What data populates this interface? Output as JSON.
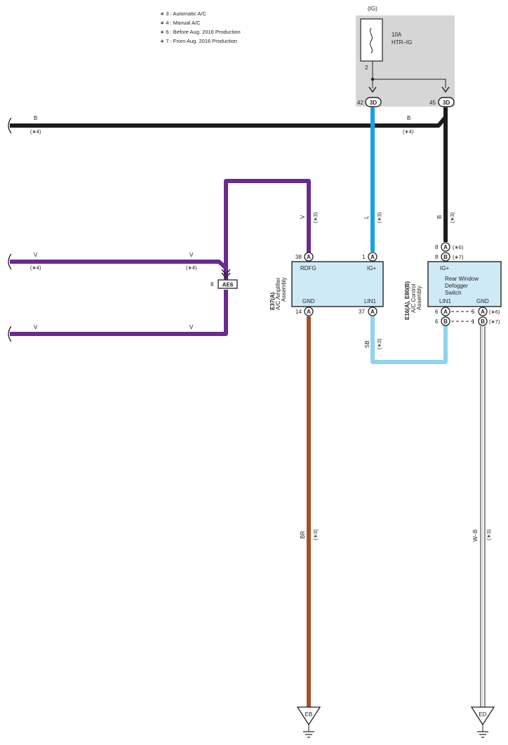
{
  "notes": [
    "∗ 3 : Automatic A/C",
    "∗ 4 : Manual A/C",
    "∗ 6 : Before Aug.  2016 Production",
    "∗ 7 : From Aug.  2016 Production"
  ],
  "fuse": {
    "group": "(IG)",
    "rating": "10A",
    "name": "HTR–IG",
    "pin": "2"
  },
  "junction_3d": {
    "left_pin": "42",
    "left_label": "3D",
    "right_pin": "45",
    "right_label": "3D"
  },
  "wires": {
    "b_left": "B",
    "b_left_note": "(∗4)",
    "b_right": "B",
    "b_right_note": "(∗4)",
    "l": "L",
    "l_note": "(∗3)",
    "b_down": "B",
    "b_down_note": "(∗3)",
    "v_top": "V",
    "v_top_note": "(∗3)",
    "v1_a": "V",
    "v1_a_note": "(∗4)",
    "v1_b": "V",
    "v1_b_note": "(∗4)",
    "v2_a": "V",
    "v2_b": "V",
    "sb": "SB",
    "sb_note": "(∗3)",
    "br": "BR",
    "br_note": "(∗3)",
    "wb": "W–B",
    "wb_note": "(∗3)"
  },
  "ae6": {
    "pin": "8",
    "label": "AE6"
  },
  "amplifier": {
    "id": "E37(A)",
    "name_line1": "A/C Amplifier",
    "name_line2": "Assembly",
    "rdfg": "RDFG",
    "igp": "IG+",
    "gnd": "GND",
    "lin1": "LIN1",
    "pin_rdfg": "38",
    "pin_igp": "1",
    "pin_gnd": "14",
    "pin_lin1": "37",
    "conn": "A"
  },
  "control": {
    "id": "E16(A), E80(B)",
    "name_line1": "A/C Control",
    "name_line2": "Assembly",
    "igp": "IG+",
    "lin1": "LIN1",
    "gnd": "GND",
    "sub1": "Rear Window",
    "sub2": "Defogger",
    "sub3": "Switch",
    "igp_pin_a": "8",
    "igp_pin_b": "8",
    "note6": "(∗6)",
    "note7": "(∗7)",
    "lin_pin_a": "6",
    "lin_pin_b": "6",
    "gnd_pin_a": "5",
    "gnd_pin_b": "1",
    "gnd_note6": "(∗6)",
    "gnd_note7": "(∗7)",
    "conn_a": "A",
    "conn_b": "B"
  },
  "grounds": {
    "left": "EB",
    "right": "ED"
  },
  "colors": {
    "black": "#1b1b1b",
    "blue": "#14a2e0",
    "purple": "#6b2a8f",
    "sky": "#8fd3f0",
    "brown": "#a0522d",
    "box": "#cfeaf7",
    "fusebox": "#d6d6d6"
  }
}
